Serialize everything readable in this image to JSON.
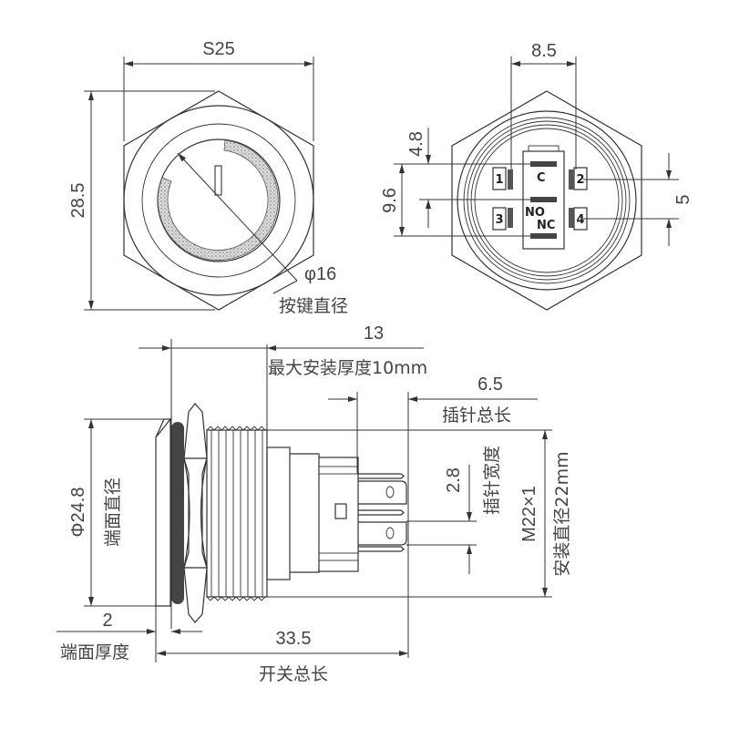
{
  "front_view": {
    "width_label": "S25",
    "height_label": "28.5",
    "button_dia_label": "φ16",
    "button_dia_caption": "按键直径"
  },
  "rear_view": {
    "pin_spacing_label": "8.5",
    "dim_a_label": "4.8",
    "dim_b_label": "9.6",
    "dim_c_label": "5",
    "pins": [
      "1",
      "2",
      "3",
      "4"
    ],
    "terminal_labels": {
      "common": "C",
      "no": "NO",
      "nc": "NC"
    }
  },
  "side_view": {
    "max_dim_label": "13",
    "max_mount_caption": "最大安装厚度10mm",
    "pin_length_label": "6.5",
    "pin_length_caption": "插针总长",
    "pin_width_label": "2.8",
    "pin_width_caption": "插针宽度",
    "thread_label": "M22×1",
    "mount_dia_caption": "安装直径22mm",
    "face_dia_label": "Φ24.8",
    "face_dia_caption": "端面直径",
    "face_thickness_label": "2",
    "face_thickness_caption": "端面厚度",
    "total_length_label": "33.5",
    "total_length_caption": "开关总长"
  }
}
